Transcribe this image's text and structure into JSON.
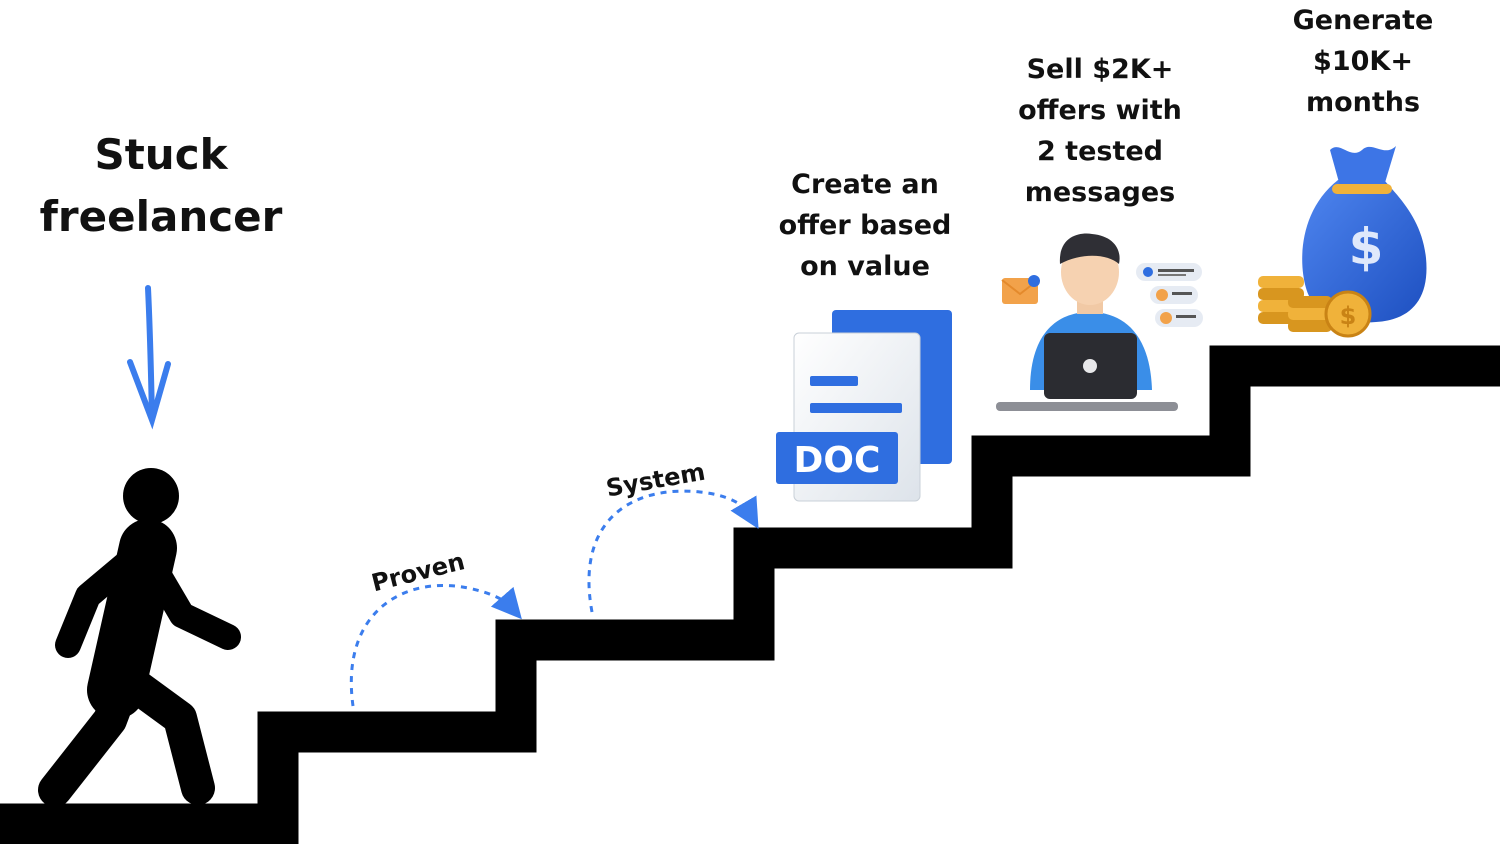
{
  "start": {
    "line1": "Stuck",
    "line2": "freelancer"
  },
  "arcs": {
    "first": "Proven",
    "second": "System"
  },
  "steps": [
    {
      "lines": [
        "Create an",
        "offer based",
        "on value"
      ],
      "icon": "doc-file-icon",
      "icon_text": "DOC"
    },
    {
      "lines": [
        "Sell $2K+",
        "offers with",
        "2 tested",
        "messages"
      ],
      "icon": "person-at-laptop-icon"
    },
    {
      "lines": [
        "Generate",
        "$10K+",
        "months"
      ],
      "icon": "money-bag-icon",
      "icon_text": "$"
    }
  ],
  "colors": {
    "accent": "#3b7ded",
    "stairs": "#000000",
    "coin": "#f0b23a",
    "doc_blue": "#2f6ee0",
    "bag_blue": "#2a62d8"
  }
}
